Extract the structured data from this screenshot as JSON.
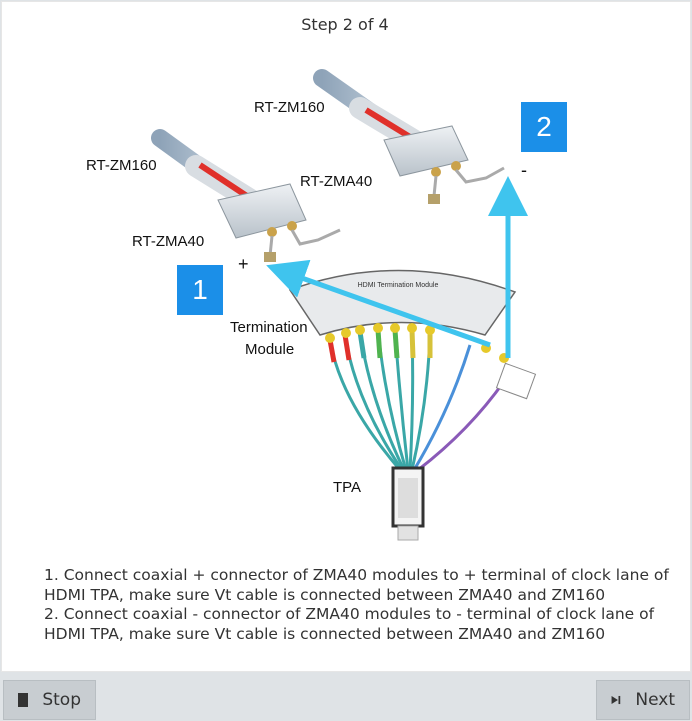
{
  "header": {
    "step_label": "Step 2 of 4"
  },
  "figure": {
    "labels": {
      "probe_1_name": "RT-ZM160",
      "probe_2_name": "RT-ZM160",
      "module_1_name": "RT-ZMA40",
      "module_2_name": "RT-ZMA40",
      "termination_module_line1": "Termination",
      "termination_module_line2": "Module",
      "tpa": "TPA",
      "module_text": "HDMI Termination Module"
    },
    "markers": {
      "first": "1",
      "second": "2"
    },
    "signs": {
      "plus": "+",
      "minus": "-"
    },
    "colors": {
      "marker": "#1b8fe8",
      "arrow": "#3fc4ee",
      "probe_stripe": "#e0302a"
    }
  },
  "instructions": {
    "line_1": "1. Connect coaxial + connector of ZMA40 modules to + terminal of clock lane of HDMI TPA, make sure Vt cable is connected between ZMA40 and ZM160",
    "line_2": "2. Connect coaxial - connector of ZMA40 modules to - terminal of clock lane of HDMI TPA, make sure Vt cable is connected between ZMA40 and ZM160"
  },
  "footer": {
    "stop_label": "Stop",
    "next_label": "Next",
    "stop_icon": "stop-square-icon",
    "next_icon": "skip-next-icon"
  }
}
